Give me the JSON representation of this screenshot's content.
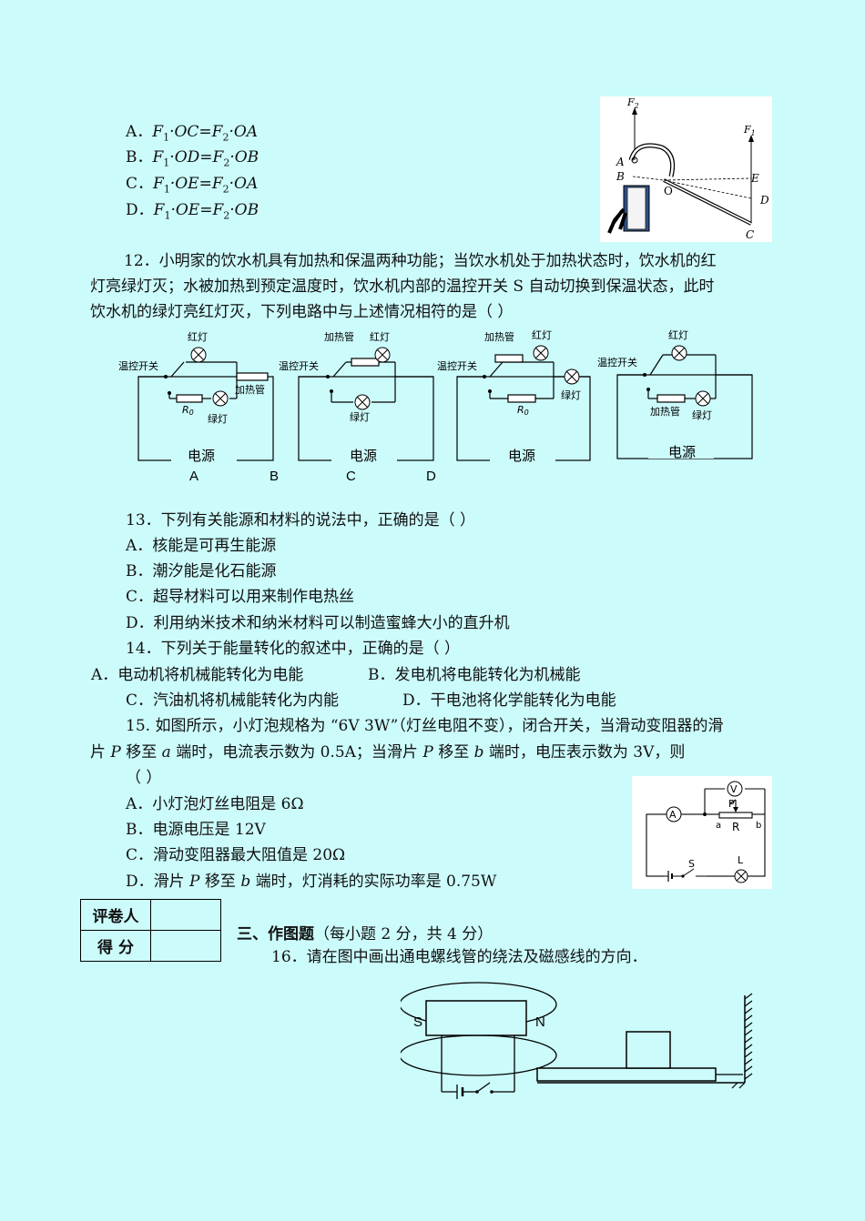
{
  "q11": {
    "options": [
      {
        "letter": "A．",
        "f1": "F",
        "s1": "1",
        "seg1": "·OC=",
        "f2": "F",
        "s2": "2",
        "seg2": "·OA"
      },
      {
        "letter": "B．",
        "f1": "F",
        "s1": "1",
        "seg1": "·OD=",
        "f2": "F",
        "s2": "2",
        "seg2": "·OB"
      },
      {
        "letter": "C．",
        "f1": "F",
        "s1": "1",
        "seg1": "·OE=",
        "f2": "F",
        "s2": "2",
        "seg2": "·OA"
      },
      {
        "letter": "D．",
        "f1": "F",
        "s1": "1",
        "seg1": "·OE=",
        "f2": "F",
        "s2": "2",
        "seg2": "·OB"
      }
    ],
    "figure": {
      "F2": "F",
      "F2sub": "2",
      "F1": "F",
      "F1sub": "1",
      "A": "A",
      "B": "B",
      "O": "O",
      "E": "E",
      "D": "D",
      "C": "C"
    }
  },
  "q12": {
    "lines": [
      "12．小明家的饮水机具有加热和保温两种功能；当饮水机处于加热状态时，饮水机的红",
      "灯亮绿灯灭；水被加热到预定温度时，饮水机内部的温控开关 S 自动切换到保温状态，此时",
      "饮水机的绿灯亮红灯灭，下列电路中与上述情况相符的是（   ）"
    ],
    "circuit_labels": {
      "red": "红灯",
      "green": "绿灯",
      "heater": "加热管",
      "switch": "温控开关",
      "power": "电源",
      "r0": "R",
      "r0sub": "0"
    },
    "option_letters": [
      "A",
      "B",
      "C",
      "D"
    ]
  },
  "q13": {
    "stem": "13．下列有关能源和材料的说法中，正确的是（   ）",
    "options": [
      "A．核能是可再生能源",
      "B．潮汐能是化石能源",
      "C．超导材料可以用来制作电热丝",
      "D．利用纳米技术和纳米材料可以制造蜜蜂大小的直升机"
    ]
  },
  "q14": {
    "stem": "14．下列关于能量转化的叙述中，正确的是（   ）",
    "options": [
      "A．电动机将机械能转化为电能",
      "B．发电机将电能转化为机械能",
      "C．汽油机将机械能转化为内能",
      "D．干电池将化学能转化为电能"
    ]
  },
  "q15": {
    "line1_a": "15. 如图所示，小灯泡规格为 “6V  3W”（灯丝电阻不变），闭合开关，当滑动变阻器的滑",
    "line2_a": "片 ",
    "line2_P": "P",
    "line2_b": " 移至 ",
    "line2_a_end": "a",
    "line2_c": " 端时，电流表示数为 0.5A；当滑片 ",
    "line2_P2": "P",
    "line2_d": " 移至 ",
    "line2_b_end": "b",
    "line2_e": " 端时，电压表示数为 3V，则",
    "line3": "（   ）",
    "options": [
      {
        "text": "A．小灯泡灯丝电阻是 6Ω"
      },
      {
        "text": "B．电源电压是 12V"
      },
      {
        "text": "C．滑动变阻器最大阻值是 20Ω"
      },
      {
        "pre": "D．滑片 ",
        "P": "P",
        "mid": " 移至 ",
        "b": "b",
        "post": " 端时，灯消耗的实际功率是 0.75W"
      }
    ],
    "figure": {
      "A": "A",
      "V": "V",
      "P": "P",
      "a": "a",
      "R": "R",
      "b": "b",
      "S": "S",
      "L": "L"
    }
  },
  "scorebox": {
    "reviewer": "评卷人",
    "score": "得    分"
  },
  "section3": {
    "title": "三、作图题",
    "note": "（每小题 2 分，共 4 分）"
  },
  "q16": {
    "stem": "16．请在图中画出通电螺线管的绕法及磁感线的方向．",
    "S": "S",
    "N": "N"
  }
}
